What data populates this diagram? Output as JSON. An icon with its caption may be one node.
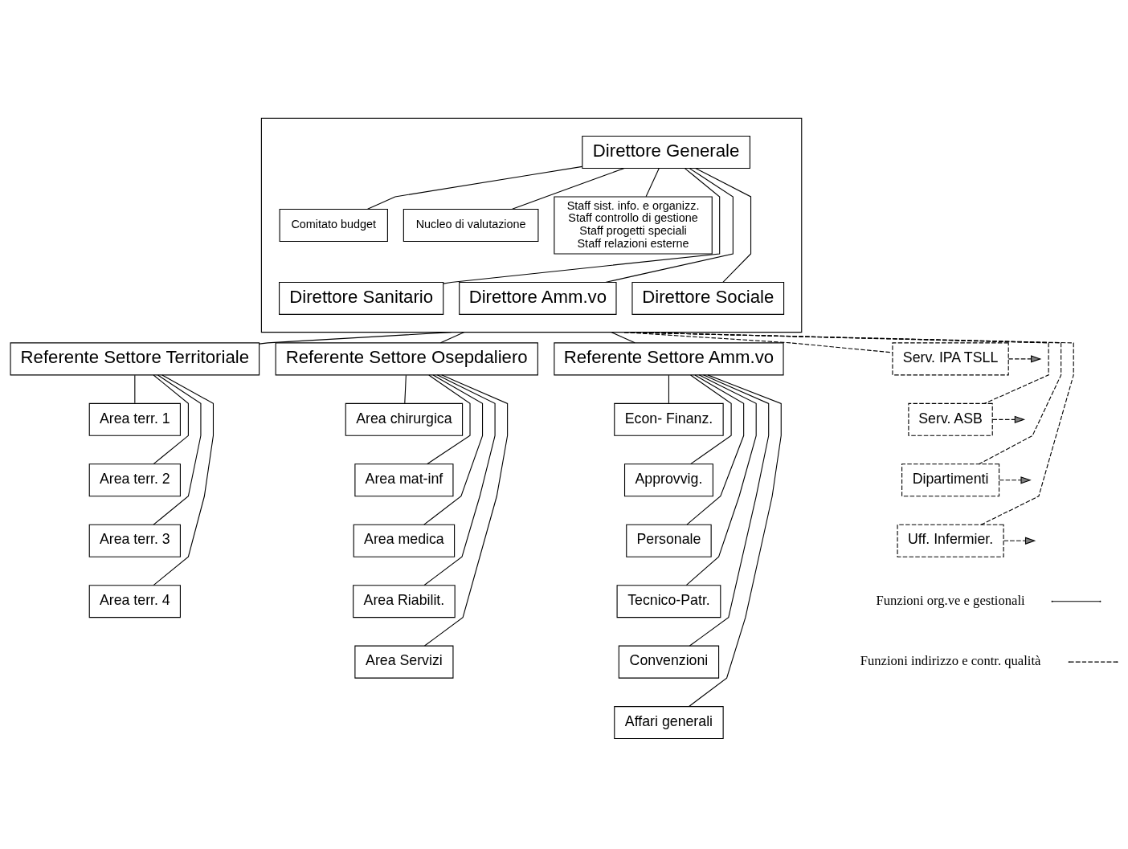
{
  "diagram": {
    "nodes": [
      {
        "text": [],
        "shape": "box"
      },
      {
        "text": [
          "Direttore Generale"
        ],
        "in": 0
      },
      {
        "text": [
          "Comitato budget"
        ],
        "in": 0
      },
      {
        "text": [
          "Nucleo di valutazione"
        ],
        "in": 0
      },
      {
        "text": [
          "Staff sist. info. e organizz.",
          "Staff controllo di gestione",
          "Staff progetti speciali",
          "Staff relazioni esterne"
        ],
        "in": 0
      },
      {
        "text": [
          "Direttore Sanitario"
        ],
        "in": 0
      },
      {
        "text": [
          "Direttore Amm.vo"
        ],
        "in": 0
      },
      {
        "text": [
          "Direttore Sociale"
        ],
        "in": 0
      },
      {
        "text": [
          "Referente Settore Territoriale"
        ]
      },
      {
        "text": [
          "Referente Settore Osepdaliero"
        ]
      },
      {
        "text": [
          "Referente Settore Amm.vo"
        ]
      },
      {
        "text": [
          "Area terr. 1"
        ]
      },
      {
        "text": [
          "Area terr. 2"
        ]
      },
      {
        "text": [
          "Area terr. 3"
        ]
      },
      {
        "text": [
          "Area terr. 4"
        ]
      },
      {
        "text": [
          "Area chirurgica"
        ]
      },
      {
        "text": [
          "Area mat-inf"
        ]
      },
      {
        "text": [
          "Area medica"
        ]
      },
      {
        "text": [
          "Area Riabilit."
        ]
      },
      {
        "text": [
          "Area Servizi"
        ]
      },
      {
        "text": [
          "Econ- Finanz."
        ]
      },
      {
        "text": [
          "Approvvig."
        ]
      },
      {
        "text": [
          "Personale"
        ]
      },
      {
        "text": [
          "Tecnico-Patr."
        ]
      },
      {
        "text": [
          "Convenzioni"
        ]
      },
      {
        "text": [
          "Affari generali"
        ]
      },
      {
        "text": [
          "Serv. IPA TSLL"
        ]
      },
      {
        "text": [
          "Serv. ASB"
        ]
      },
      {
        "text": [
          "Dipartimenti"
        ]
      },
      {
        "text": [
          "Uff. Infermier."
        ]
      }
    ],
    "edges": [
      {
        "from": 1,
        "to": 2,
        "arrow": "none"
      },
      {
        "from": 1,
        "to": 3,
        "arrow": "none"
      },
      {
        "from": 1,
        "to": 4,
        "arrow": "none"
      },
      {
        "from": 1,
        "to": 5,
        "arrow": "none"
      },
      {
        "from": 1,
        "to": 6,
        "arrow": "none"
      },
      {
        "from": 1,
        "to": 7,
        "arrow": "none"
      },
      {
        "from": 0,
        "to": 8,
        "arrow": "none"
      },
      {
        "from": 0,
        "to": 9,
        "arrow": "none"
      },
      {
        "from": 0,
        "to": 10,
        "arrow": "none"
      },
      {
        "from": 8,
        "to": 11,
        "arrow": "none"
      },
      {
        "from": 8,
        "to": 12,
        "arrow": "none"
      },
      {
        "from": 8,
        "to": 13,
        "arrow": "none"
      },
      {
        "from": 8,
        "to": 14,
        "arrow": "none"
      },
      {
        "from": 9,
        "to": 15,
        "arrow": "none"
      },
      {
        "from": 9,
        "to": 16,
        "arrow": "none"
      },
      {
        "from": 9,
        "to": 17,
        "arrow": "none"
      },
      {
        "from": 9,
        "to": 18,
        "arrow": "none"
      },
      {
        "from": 9,
        "to": 19,
        "arrow": "none"
      },
      {
        "from": 10,
        "to": 20,
        "arrow": "none"
      },
      {
        "from": 10,
        "to": 21,
        "arrow": "none"
      },
      {
        "from": 10,
        "to": 22,
        "arrow": "none"
      },
      {
        "from": 10,
        "to": 23,
        "arrow": "none"
      },
      {
        "from": 10,
        "to": 24,
        "arrow": "none"
      },
      {
        "from": 10,
        "to": 25,
        "arrow": "none"
      },
      {
        "from": 0,
        "to": 26,
        "arrow": "none",
        "style": "dashed"
      },
      {
        "from": 0,
        "to": 27,
        "arrow": "none",
        "style": "dashed"
      },
      {
        "from": 0,
        "to": 28,
        "arrow": "none",
        "style": "dashed"
      },
      {
        "from": 0,
        "to": 29,
        "arrow": "none",
        "style": "dashed"
      },
      {
        "from": 26,
        "to": null,
        "arrow": "to",
        "style": "dashed"
      },
      {
        "from": 27,
        "to": null,
        "arrow": "to",
        "style": "dashed"
      },
      {
        "from": 28,
        "to": null,
        "arrow": "to",
        "style": "dashed"
      },
      {
        "from": 29,
        "to": null,
        "arrow": "to",
        "style": "dashed"
      }
    ],
    "legend": [
      {
        "text": "Funzioni org.ve e gestionali"
      },
      {
        "text": "Funzioni indirizzo e contr. qualità"
      }
    ]
  }
}
